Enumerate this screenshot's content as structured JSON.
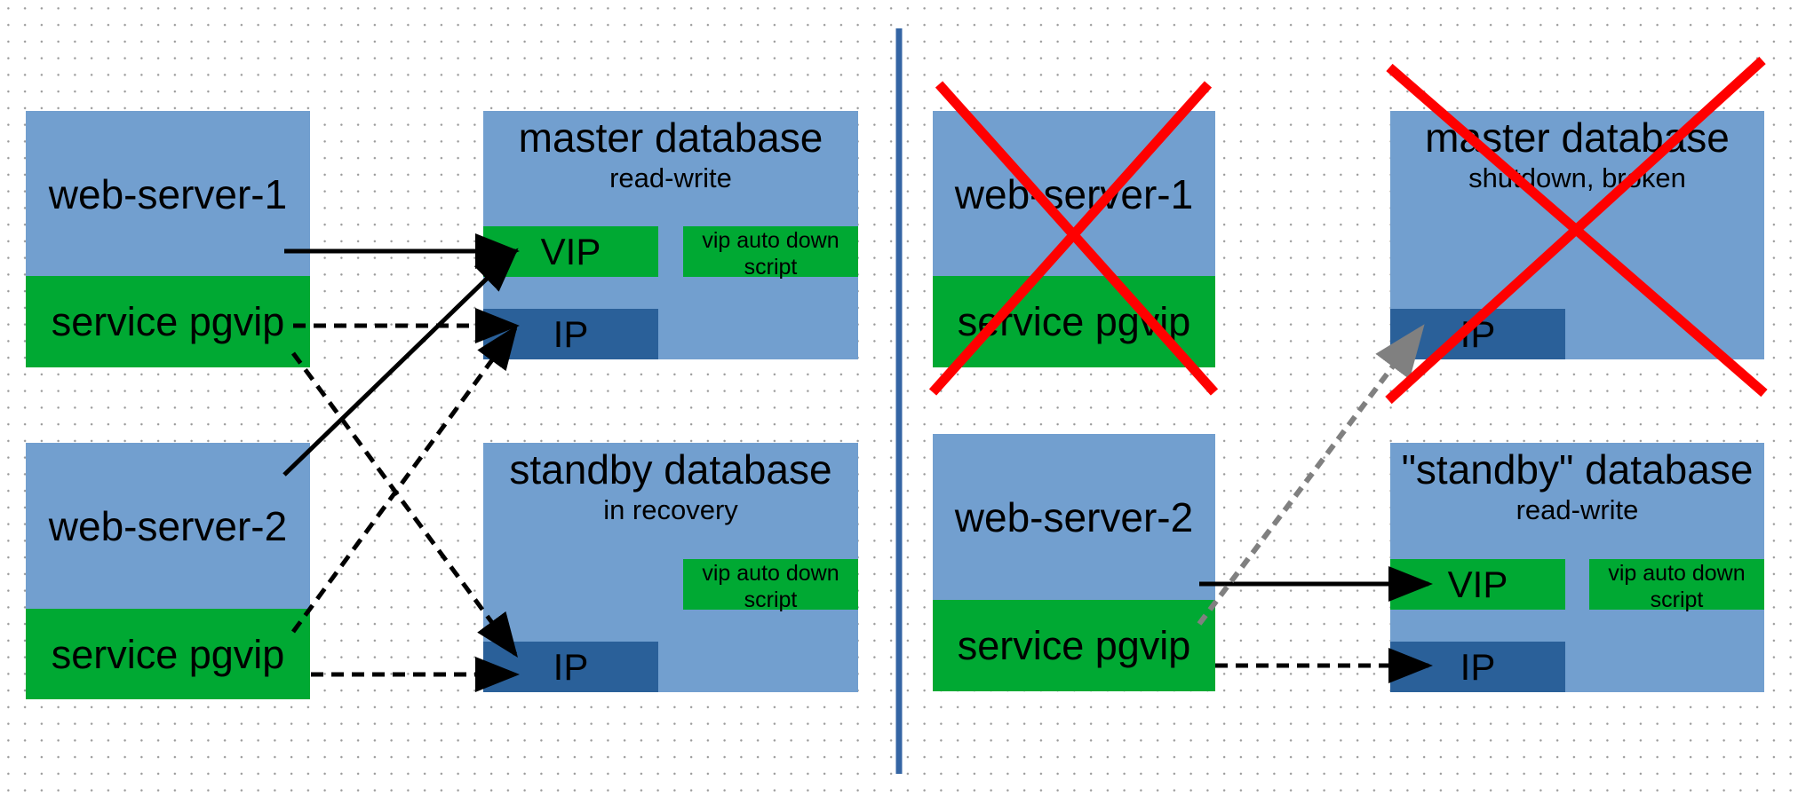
{
  "left": {
    "web1": {
      "label": "web-server-1",
      "service": "service pgvip"
    },
    "web2": {
      "label": "web-server-2",
      "service": "service pgvip"
    },
    "master": {
      "title": "master database",
      "subtitle": "read-write",
      "vip": "VIP",
      "script": "vip auto down script",
      "ip": "IP"
    },
    "standby": {
      "title": "standby database",
      "subtitle": "in recovery",
      "script": "vip auto down script",
      "ip": "IP"
    }
  },
  "right": {
    "web1": {
      "label": "web-server-1",
      "service": "service pgvip"
    },
    "web2": {
      "label": "web-server-2",
      "service": "service pgvip"
    },
    "master": {
      "title": "master database",
      "subtitle": "shutdown, broken",
      "ip": "IP"
    },
    "standby": {
      "title": "\"standby\" database",
      "subtitle": "read-write",
      "vip": "VIP",
      "script": "vip auto down script",
      "ip": "IP"
    }
  },
  "colors": {
    "server": "#729fcf",
    "service": "#00a933",
    "ip": "#2a6099",
    "divider": "#3465a4",
    "cross": "#ff0000",
    "connection": "#000000",
    "failed-connection": "#808080"
  }
}
